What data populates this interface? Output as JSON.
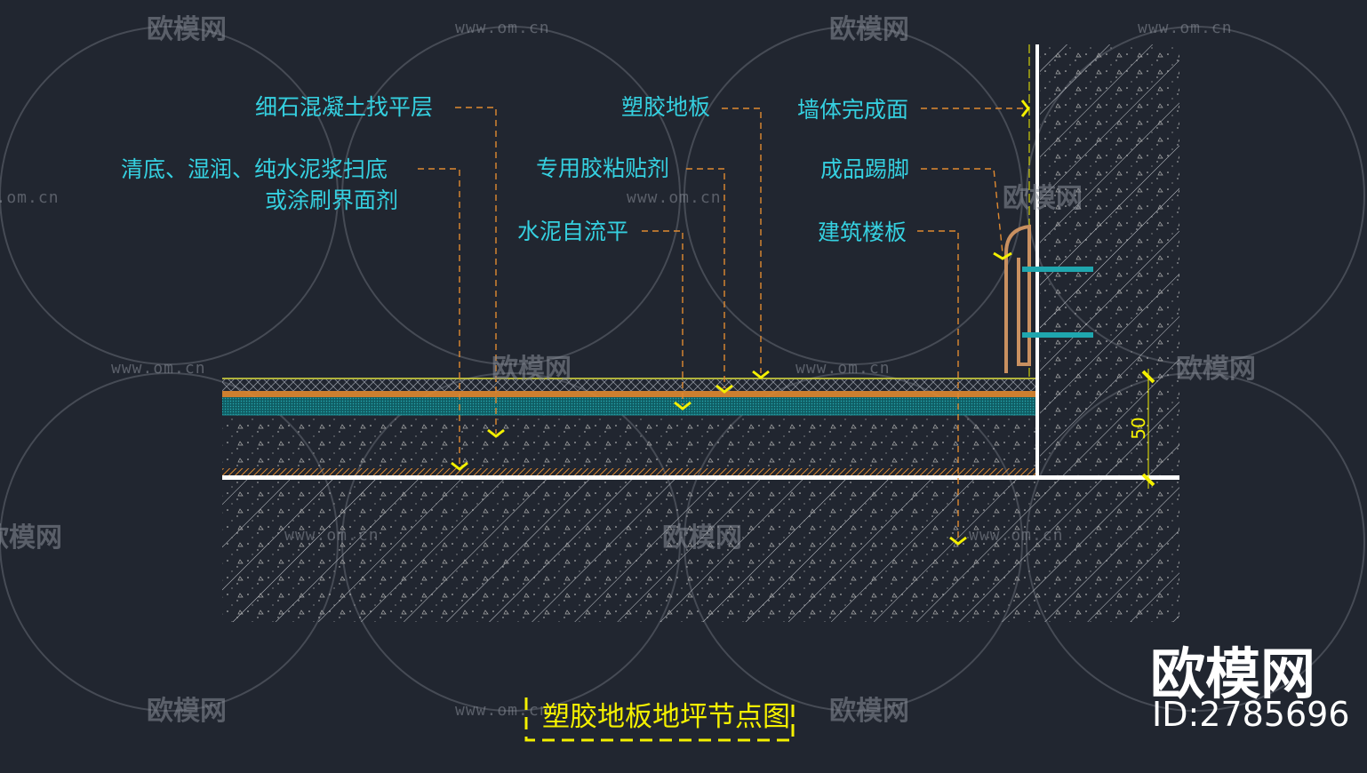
{
  "drawing": {
    "title": "塑胶地板地坪节点图",
    "labels": {
      "fine_concrete": "细石混凝土找平层",
      "base_prep_line1": "清底、湿润、纯水泥浆扫底",
      "base_prep_line2": "或涂刷界面剂",
      "pvc_floor": "塑胶地板",
      "adhesive": "专用胶粘贴剂",
      "self_leveling": "水泥自流平",
      "wall_finish": "墙体完成面",
      "skirting": "成品踢脚",
      "slab": "建筑楼板"
    },
    "dimension": "50",
    "colors": {
      "background": "#212630",
      "label": "#35d0e0",
      "leader": "#e08a30",
      "arrow": "#f4f000",
      "title": "#f4f000"
    }
  },
  "watermark": {
    "brand": "欧模网",
    "url": "www.om.cn",
    "id": "ID:2785696"
  }
}
